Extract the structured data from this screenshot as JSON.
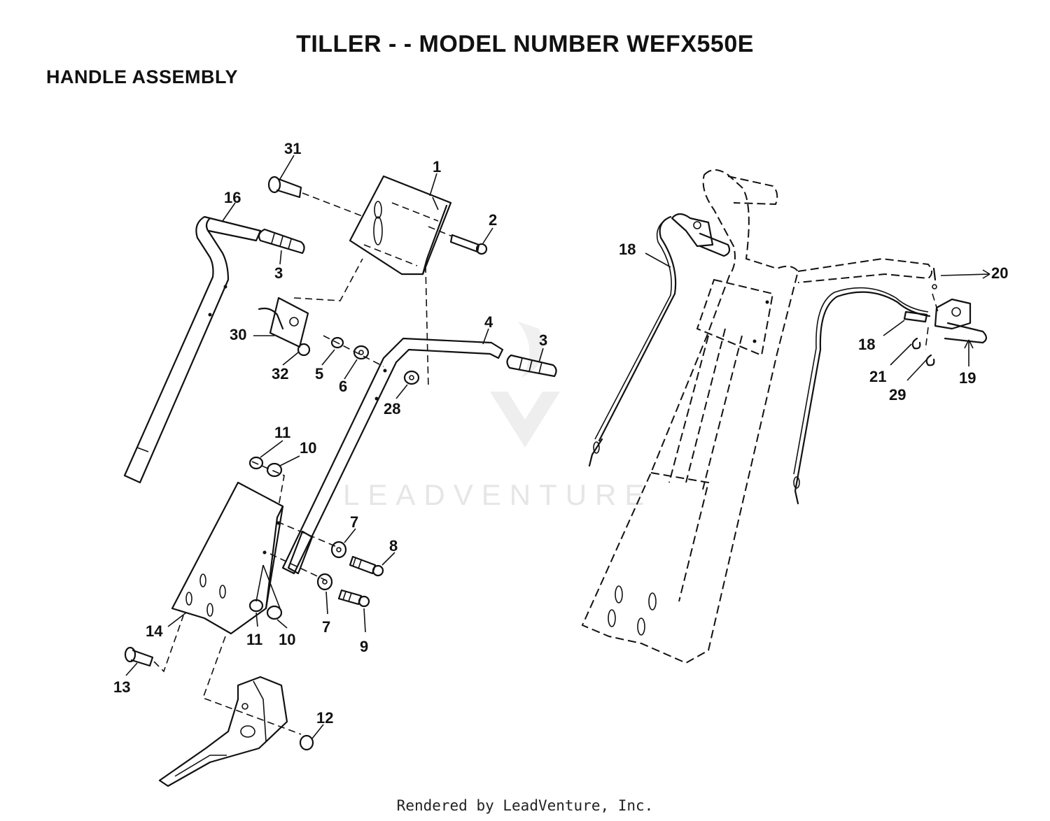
{
  "header": {
    "title": "TILLER - - MODEL NUMBER WEFX550E",
    "subtitle": "HANDLE ASSEMBLY"
  },
  "watermark": "LEADVENTURE",
  "footer": "Rendered by LeadVenture, Inc.",
  "callouts": {
    "c1": "1",
    "c2": "2",
    "c3a": "3",
    "c3b": "3",
    "c4": "4",
    "c5": "5",
    "c6": "6",
    "c7a": "7",
    "c7b": "7",
    "c8": "8",
    "c9": "9",
    "c10a": "10",
    "c10b": "10",
    "c11a": "11",
    "c11b": "11",
    "c12": "12",
    "c13": "13",
    "c14": "14",
    "c16": "16",
    "c18a": "18",
    "c18b": "18",
    "c19": "19",
    "c20": "20",
    "c21": "21",
    "c28": "28",
    "c29": "29",
    "c30": "30",
    "c31": "31",
    "c32": "32"
  }
}
